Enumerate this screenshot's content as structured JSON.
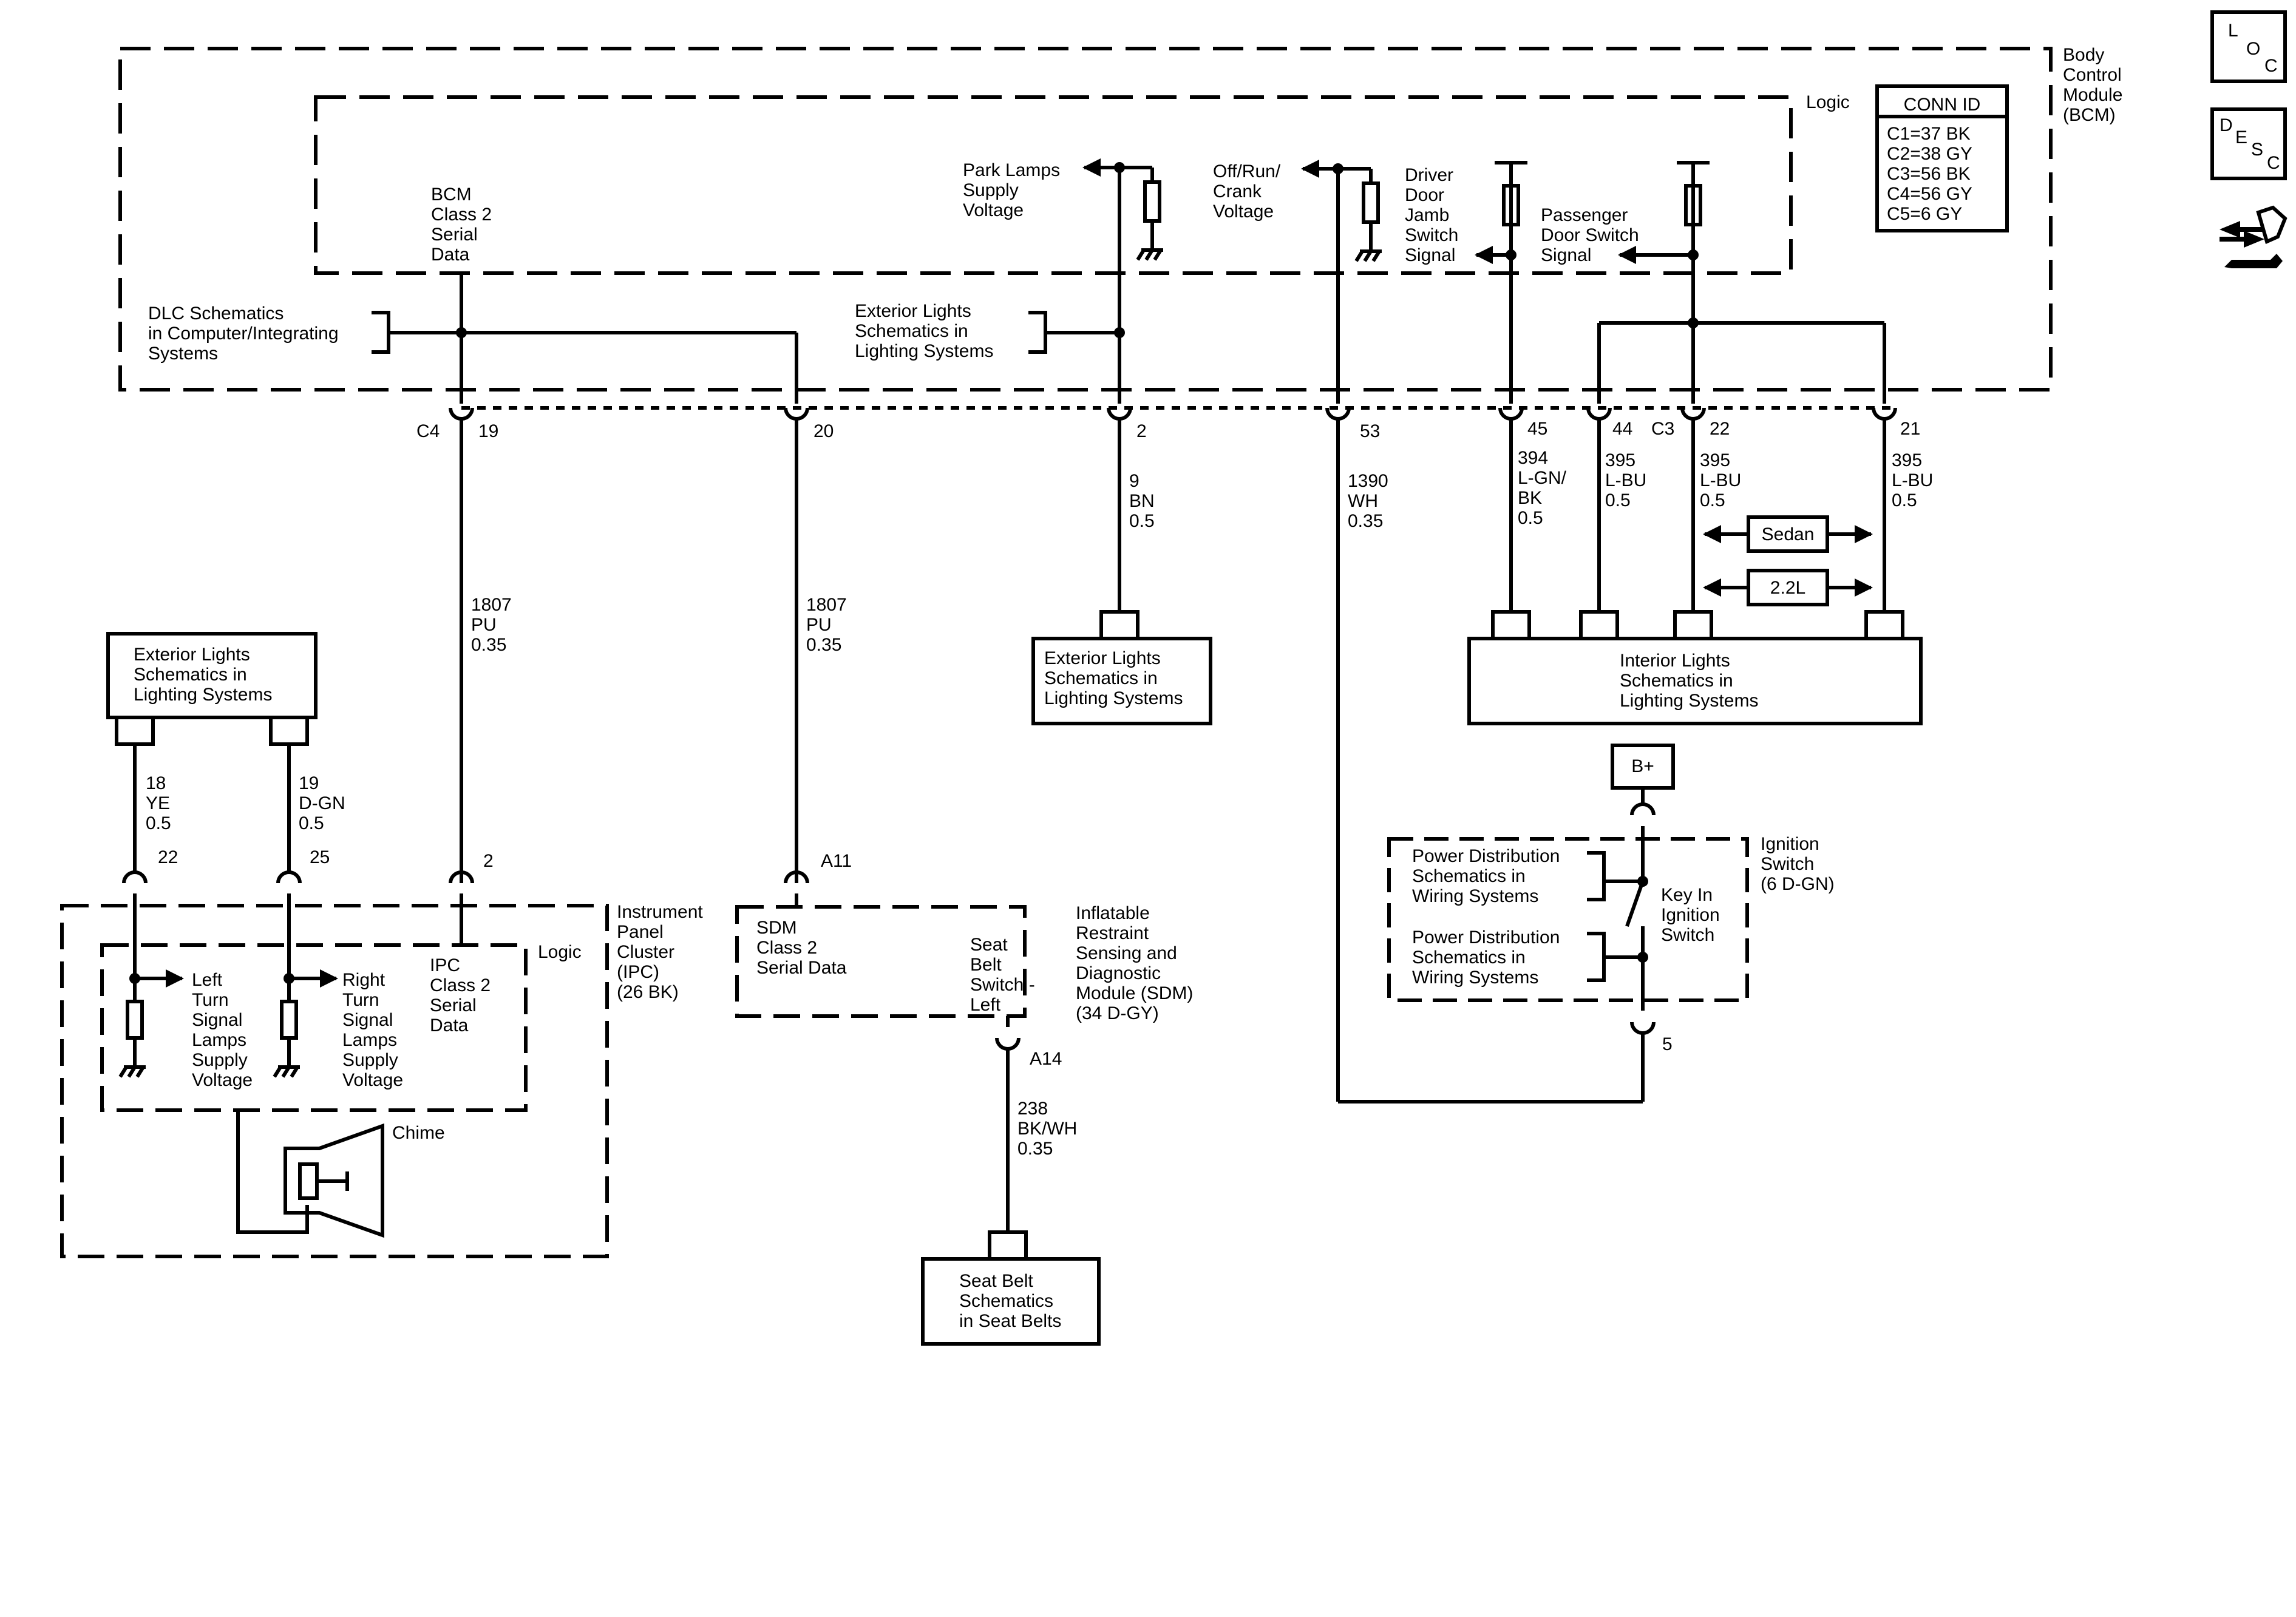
{
  "modules": {
    "bcm": [
      "Body",
      "Control",
      "Module",
      "(BCM)"
    ],
    "bcm_logic": "Logic",
    "ipc": [
      "Instrument",
      "Panel",
      "Cluster",
      "(IPC)",
      "(26 BK)"
    ],
    "ipc_logic": "Logic",
    "sdm": [
      "Inflatable",
      "Restraint",
      "Sensing and",
      "Diagnostic",
      "Module (SDM)",
      "(34 D-GY)"
    ],
    "ignition": [
      "Ignition",
      "Switch",
      "(6 D-GN)"
    ]
  },
  "conn_id": {
    "title": "CONN ID",
    "rows": [
      "C1=37 BK",
      "C2=38 GY",
      "C3=56 BK",
      "C4=56 GY",
      "C5=6 GY"
    ]
  },
  "icons": {
    "loc": [
      "L",
      "O",
      "C"
    ],
    "desc": [
      "D",
      "E",
      "S",
      "C"
    ]
  },
  "bcm_labels": {
    "class2": [
      "BCM",
      "Class 2",
      "Serial",
      "Data"
    ],
    "park": [
      "Park Lamps",
      "Supply",
      "Voltage"
    ],
    "offrun": [
      "Off/Run/",
      "Crank",
      "Voltage"
    ],
    "driver": [
      "Driver",
      "Door",
      "Jamb",
      "Switch",
      "Signal"
    ],
    "passenger": [
      "Passenger",
      "Door Switch",
      "Signal"
    ]
  },
  "refs": {
    "dlc": [
      "DLC Schematics",
      "in Computer/Integrating",
      "Systems"
    ],
    "ext_top": [
      "Exterior Lights",
      "Schematics in",
      "Lighting Systems"
    ],
    "ext_mid": [
      "Exterior Lights",
      "Schematics in",
      "Lighting Systems"
    ],
    "ext_left": [
      "Exterior Lights",
      "Schematics in",
      "Lighting Systems"
    ],
    "interior": [
      "Interior Lights",
      "Schematics in",
      "Lighting Systems"
    ],
    "seatbelt": [
      "Seat Belt",
      "Schematics",
      "in Seat Belts"
    ],
    "power1": [
      "Power Distribution",
      "Schematics in",
      "Wiring Systems"
    ],
    "power2": [
      "Power Distribution",
      "Schematics in",
      "Wiring Systems"
    ]
  },
  "pins": {
    "c4": "C4",
    "c3": "C3",
    "p19": "19",
    "p20": "20",
    "p2": "2",
    "p53": "53",
    "p45": "45",
    "p44": "44",
    "p22": "22",
    "p21": "21",
    "ipc22": "22",
    "ipc25": "25",
    "ipc2": "2",
    "a11": "A11",
    "a14": "A14",
    "ign5": "5"
  },
  "wires": {
    "w1807a": [
      "1807",
      "PU",
      "0.35"
    ],
    "w1807b": [
      "1807",
      "PU",
      "0.35"
    ],
    "w9": [
      "9",
      "BN",
      "0.5"
    ],
    "w1390": [
      "1390",
      "WH",
      "0.35"
    ],
    "w394": [
      "394",
      "L-GN/",
      "BK",
      "0.5"
    ],
    "w395a": [
      "395",
      "L-BU",
      "0.5"
    ],
    "w395b": [
      "395",
      "L-BU",
      "0.5"
    ],
    "w395c": [
      "395",
      "L-BU",
      "0.5"
    ],
    "w18": [
      "18",
      "YE",
      "0.5"
    ],
    "w19": [
      "19",
      "D-GN",
      "0.5"
    ],
    "w238": [
      "238",
      "BK/WH",
      "0.35"
    ]
  },
  "options": {
    "sedan": "Sedan",
    "engine": "2.2L",
    "bplus": "B+"
  },
  "ipc_labels": {
    "left": [
      "Left",
      "Turn",
      "Signal",
      "Lamps",
      "Supply",
      "Voltage"
    ],
    "right": [
      "Right",
      "Turn",
      "Signal",
      "Lamps",
      "Supply",
      "Voltage"
    ],
    "class2": [
      "IPC",
      "Class 2",
      "Serial",
      "Data"
    ],
    "chime": "Chime"
  },
  "sdm_labels": {
    "class2": [
      "SDM",
      "Class 2",
      "Serial Data"
    ],
    "seatbelt": [
      "Seat",
      "Belt",
      "Switch -",
      "Left"
    ]
  },
  "ign_labels": {
    "keyin": [
      "Key In",
      "Ignition",
      "Switch"
    ]
  }
}
